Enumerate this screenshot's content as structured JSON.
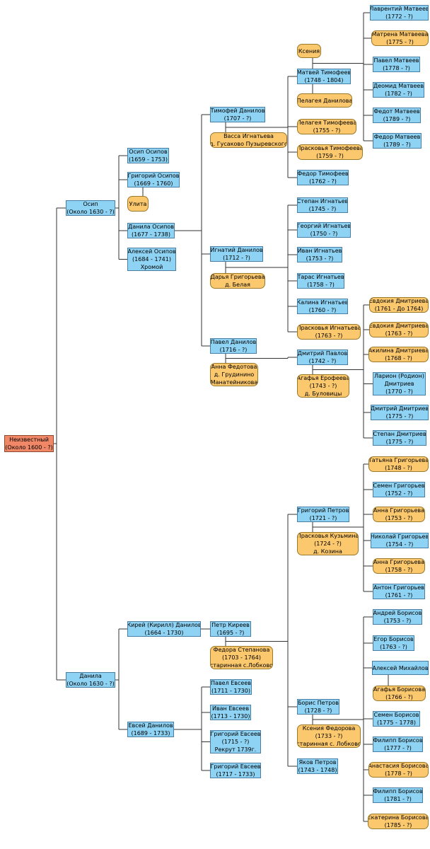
{
  "colors": {
    "male": "#8fd3f4",
    "female": "#fbc86e",
    "root": "#f08868",
    "line": "#333333"
  },
  "people": {
    "root": [
      "Неизвестный",
      "(Около 1600 - ?)"
    ],
    "osip": [
      "Осип",
      "(Около 1630 - ?)"
    ],
    "danila": [
      "Данила",
      "(Около 1630 - ?)"
    ],
    "osip_osipov": [
      "Осип Осипов",
      "(1659 - 1753)"
    ],
    "grigoriy_osipov": [
      "Григорий Осипов",
      "(1669 - 1760)"
    ],
    "ulita": [
      "Улита"
    ],
    "danila_osipov": [
      "Данила Осипов",
      "(1677 - 1738)"
    ],
    "aleksey_osipov": [
      "Алексей Осипов",
      "(1684 - 1741)",
      "Хромой"
    ],
    "timofey": [
      "Тимофей Данилов",
      "(1707 - ?)"
    ],
    "vassa": [
      "Васса Игнатьева",
      "д. Гусаково Пузыревского"
    ],
    "ignatiy": [
      "Игнатий Данилов",
      "(1712 - ?)"
    ],
    "darya": [
      "Дарья Григорьева",
      "д. Белая"
    ],
    "pavel_danilov": [
      "Павел Данилов",
      "(1716 - ?)"
    ],
    "anna_fedotova": [
      "Анна Федотова",
      "д. Грудинино",
      "Манатейникова"
    ],
    "kseniya": [
      "Ксения"
    ],
    "matvey": [
      "Матвей Тимофеев",
      "(1748 - 1804)"
    ],
    "pelageya_danilova": [
      "Пелагея Данилова"
    ],
    "pelageya_tim": [
      "Пелагея Тимофеева",
      "(1755 - ?)"
    ],
    "praskovya_tim": [
      "Прасковья Тимофеева",
      "(1759 - ?)"
    ],
    "fedor_tim": [
      "Федор Тимофеев",
      "(1762 - ?)"
    ],
    "lavrentiy": [
      "Лаврентий Матвеев",
      "(1772 - ?)"
    ],
    "matrena": [
      "Матрена Матвеева",
      "(1775 - ?)"
    ],
    "pavel_matv": [
      "Павел Матвеев",
      "(1778 - ?)"
    ],
    "deomid": [
      "Деомид Матвеев",
      "(1782 - ?)"
    ],
    "fedot": [
      "Федот Матвеев",
      "(1789 - ?)"
    ],
    "fedor_matv": [
      "Федор Матвеев",
      "(1789 - ?)"
    ],
    "stepan_ign": [
      "Степан Игнатьев",
      "(1745 - ?)"
    ],
    "georgiy_ign": [
      "Георгий Игнатьев",
      "(1750 - ?)"
    ],
    "ivan_ign": [
      "Иван Игнатьев",
      "(1753 - ?)"
    ],
    "taras_ign": [
      "Тарас Игнатьев",
      "(1758 - ?)"
    ],
    "kalina_ign": [
      "Калина Игнатьев",
      "(1760 - ?)"
    ],
    "praskovya_ign": [
      "Прасковья Игнатьева",
      "(1763 - ?)"
    ],
    "dmitriy_pavlov": [
      "Дмитрий Павлов",
      "(1742 - ?)"
    ],
    "agafya_erofeeva": [
      "Агафья Ерофеева",
      "(1743 - ?)",
      "д. Буловицы"
    ],
    "evdokiya1": [
      "Евдокия Дмитриева",
      "(1761 - До 1764)"
    ],
    "evdokiya2": [
      "Евдокия Дмитриева",
      "(1763 - ?)"
    ],
    "akilina": [
      "Акилина Дмитриева",
      "(1768 - ?)"
    ],
    "larion": [
      "Ларион (Родион)",
      "Дмитриев",
      "(1770 - ?)"
    ],
    "dmitriy_dm": [
      "Дмитрий Дмитриев",
      "(1775 - ?)"
    ],
    "stepan_dm": [
      "Степан Дмитриев",
      "(1775 - ?)"
    ],
    "kirey": [
      "Кирей (Кирилл) Данилов",
      "(1664 - 1730)"
    ],
    "evsey": [
      "Евсей Данилов",
      "(1689 - 1733)"
    ],
    "petr_kireev": [
      "Петр Киреев",
      "(1695 - ?)"
    ],
    "fedora": [
      "Федора Степанова",
      "(1703 - 1764)",
      "старинная с.Лобково"
    ],
    "pavel_evs": [
      "Павел Евсеев",
      "(1711 - 1730)"
    ],
    "ivan_evs": [
      "Иван Евсеев",
      "(1713 - 1730)"
    ],
    "grigoriy_evs1": [
      "Григорий Евсеев",
      "(1715 - ?)",
      "Рекрут 1739г."
    ],
    "grigoriy_evs2": [
      "Григорий Евсеев",
      "(1717 - 1733)"
    ],
    "grigoriy_petrov": [
      "Григорий Петров",
      "(1721 - ?)"
    ],
    "praskovya_kuzm": [
      "Прасковья Кузьмина",
      "(1724 - ?)",
      "д. Козина"
    ],
    "boris_petrov": [
      "Борис Петров",
      "(1728 - ?)"
    ],
    "kseniya_fed": [
      "Ксения Федорова",
      "(1733 - ?)",
      "старинная с. Лобково"
    ],
    "yakov_petrov": [
      "Яков Петров",
      "(1743 - 1748)"
    ],
    "tatyana": [
      "Татьяна Григорьева",
      "(1748 - ?)"
    ],
    "semen_gr": [
      "Семен Григорьев",
      "(1752 - ?)"
    ],
    "anna_gr1": [
      "Анна Григорьева",
      "(1753 - ?)"
    ],
    "nikolay_gr": [
      "Николай Григорьев",
      "(1754 - ?)"
    ],
    "anna_gr2": [
      "Анна Григорьева",
      "(1758 - ?)"
    ],
    "anton_gr": [
      "Антон Григорьев",
      "(1761 - ?)"
    ],
    "andrey_bor": [
      "Андрей Борисов",
      "(1753 - ?)"
    ],
    "egor_bor": [
      "Егор Борисов",
      "(1763 - ?)"
    ],
    "aleksey_mih": [
      "Алексей Михайлов"
    ],
    "agafya_bor": [
      "Агафья Борисова",
      "(1766 - ?)"
    ],
    "semen_bor": [
      "Семен Борисов",
      "(1775 - 1778)"
    ],
    "filipp_bor1": [
      "Филипп Борисов",
      "(1777 - ?)"
    ],
    "anastasiya_bor": [
      "Анастасия Борисова",
      "(1778 - ?)"
    ],
    "filipp_bor2": [
      "Филипп Борисов",
      "(1781 - ?)"
    ],
    "ekaterina_bor": [
      "Екатерина Борисова",
      "(1785 - ?)"
    ]
  }
}
